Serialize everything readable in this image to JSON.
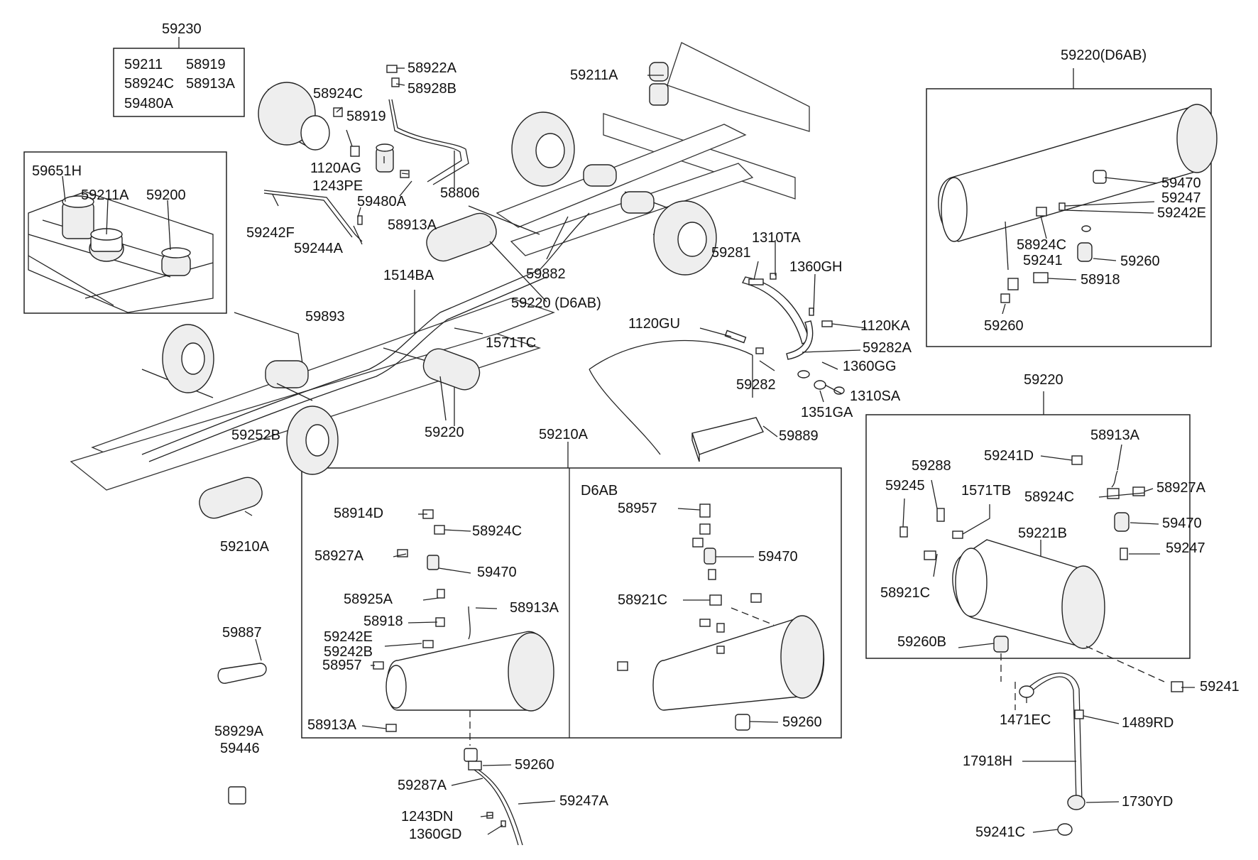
{
  "diagram": {
    "labels": {
      "l59230": "59230",
      "kit_a": "59211",
      "kit_b": "58919",
      "kit_c": "58924C",
      "kit_d": "58913A",
      "kit_e": "59480A",
      "l59651H": "59651H",
      "l59211A_inset": "59211A",
      "l59200": "59200",
      "l58924C_top": "58924C",
      "l58919": "58919",
      "l1120AG": "1120AG",
      "l1243PE": "1243PE",
      "l59480A": "59480A",
      "l58922A": "58922A",
      "l58928B": "58928B",
      "l58806": "58806",
      "l58913A_top": "58913A",
      "l59242F": "59242F",
      "l59244A": "59244A",
      "l59211A_top": "59211A",
      "l59882": "59882",
      "l1514BA": "1514BA",
      "l59220_D6AB_mid": "59220 (D6AB)",
      "l59893": "59893",
      "l1571TC": "1571TC",
      "l59220_mid": "59220",
      "l59252B": "59252B",
      "l59210A_left": "59210A",
      "l59281": "59281",
      "l1310TA": "1310TA",
      "l1360GH": "1360GH",
      "l1120GU": "1120GU",
      "l1120KA": "1120KA",
      "l59282A": "59282A",
      "l1360GG": "1360GG",
      "l59282": "59282",
      "l1310SA": "1310SA",
      "l1351GA": "1351GA",
      "l59889": "59889",
      "l59210A_box": "59210A",
      "l_D6AB": "D6AB",
      "l58914D": "58914D",
      "l58924C_b": "58924C",
      "l58927A_b": "58927A",
      "l59470_b": "59470",
      "l58925A": "58925A",
      "l58913A_b1": "58913A",
      "l58918_b": "58918",
      "l59242E_b": "59242E",
      "l59242B": "59242B",
      "l58957_b": "58957",
      "l58913A_b2": "58913A",
      "l58957_d": "58957",
      "l59470_d": "59470",
      "l58921C_d": "58921C",
      "l59260_d": "59260",
      "l59887": "59887",
      "l58929A": "58929A",
      "l59446": "59446",
      "l59260_bottom": "59260",
      "l59287A": "59287A",
      "l59247A": "59247A",
      "l1243DN": "1243DN",
      "l1360GD": "1360GD",
      "l59220_D6AB_right": "59220(D6AB)",
      "l59470_r": "59470",
      "l59247_r": "59247",
      "l59242E_r": "59242E",
      "l58924C_r": "58924C",
      "l59241_r": "59241",
      "l59260_r1": "59260",
      "l58918_r": "58918",
      "l59260_r2": "59260",
      "l59220_right": "59220",
      "l59241D": "59241D",
      "l58913A_r": "58913A",
      "l59288": "59288",
      "l59245": "59245",
      "l1571TB": "1571TB",
      "l58924C_r2": "58924C",
      "l58927A_r": "58927A",
      "l59470_r2": "59470",
      "l59221B": "59221B",
      "l59247_r2": "59247",
      "l58921C_r": "58921C",
      "l59260B": "59260B",
      "l59241_far": "59241",
      "l1471EC": "1471EC",
      "l1489RD": "1489RD",
      "l17918H": "17918H",
      "l1730YD": "1730YD",
      "l59241C": "59241C"
    }
  }
}
